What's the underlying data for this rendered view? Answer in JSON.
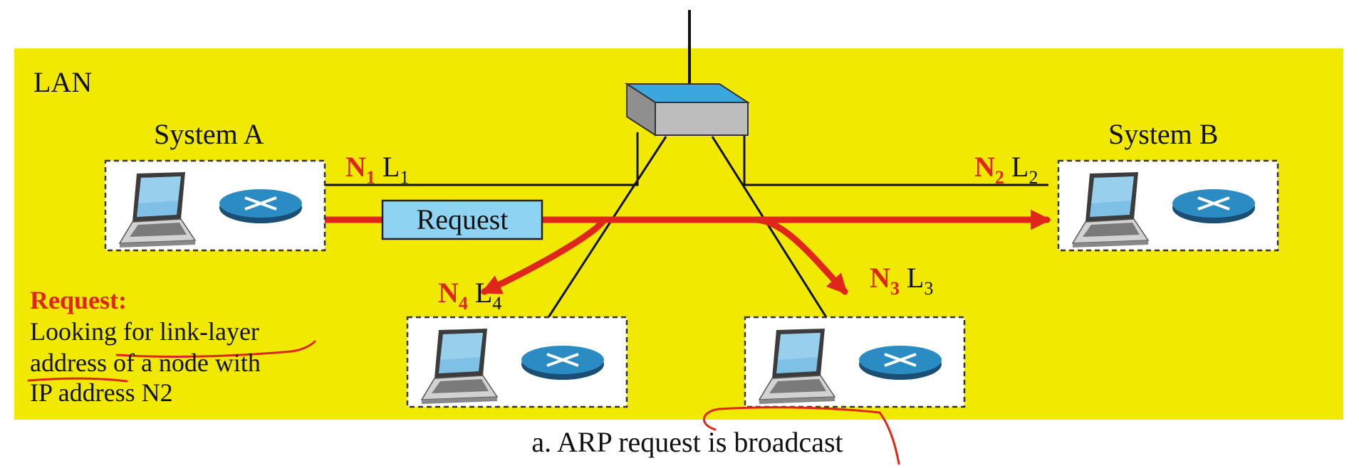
{
  "network": {
    "label": "LAN"
  },
  "systems": {
    "a": {
      "label": "System A"
    },
    "b": {
      "label": "System B"
    }
  },
  "addresses": {
    "n1": {
      "n": "N",
      "n_sub": "1",
      "l": "L",
      "l_sub": "1"
    },
    "n2": {
      "n": "N",
      "n_sub": "2",
      "l": "L",
      "l_sub": "2"
    },
    "n3": {
      "n": "N",
      "n_sub": "3",
      "l": "L",
      "l_sub": "3"
    },
    "n4": {
      "n": "N",
      "n_sub": "4",
      "l": "L",
      "l_sub": "4"
    }
  },
  "packet": {
    "label": "Request"
  },
  "request_note": {
    "title": "Request:",
    "line1_a": "Looking for ",
    "line1_b": "link-layer",
    "line2_a": "address",
    "line2_b": " of a node with",
    "line3": "IP address N2"
  },
  "caption": {
    "text": "a. ARP request is broadcast"
  },
  "colors": {
    "lan_background": "#f2e900",
    "arrow": "#e0251b",
    "packet_fill": "#8fd3f2",
    "switch_top": "#3aa7de",
    "switch_side": "#b4b4b4",
    "router_disc": "#2b8cc4",
    "annotation_ink": "#e0251b"
  },
  "icons": [
    "laptop-icon",
    "router-icon",
    "switch-icon"
  ]
}
